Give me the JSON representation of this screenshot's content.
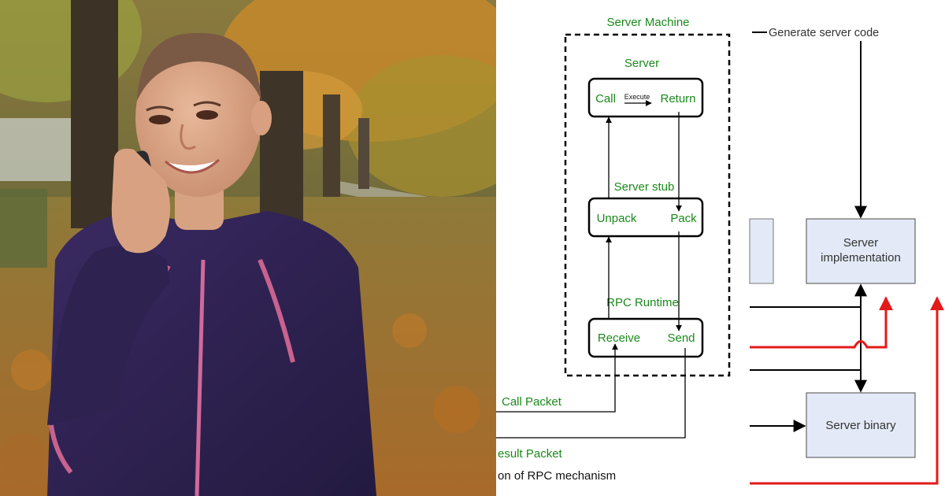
{
  "photo": {
    "subject": "woman-on-phone"
  },
  "diagram": {
    "server_machine_label": "Server Machine",
    "generate_server_code_label": "Generate server code",
    "server": {
      "title": "Server",
      "call": "Call",
      "execute": "Execute",
      "return": "Return"
    },
    "server_stub": {
      "title": "Server stub",
      "unpack": "Unpack",
      "pack": "Pack"
    },
    "rpc_runtime": {
      "title": "RPC Runtime",
      "receive": "Receive",
      "send": "Send"
    },
    "call_packet": "Call Packet",
    "result_packet": "esult Packet",
    "caption": "on of RPC mechanism",
    "server_implementation_line1": "Server",
    "server_implementation_line2": "implementation",
    "server_binary": "Server binary",
    "colors": {
      "label_green": "#1a8a1a",
      "box_fill": "#e3e9f6",
      "red_line": "#e31a1a"
    }
  }
}
